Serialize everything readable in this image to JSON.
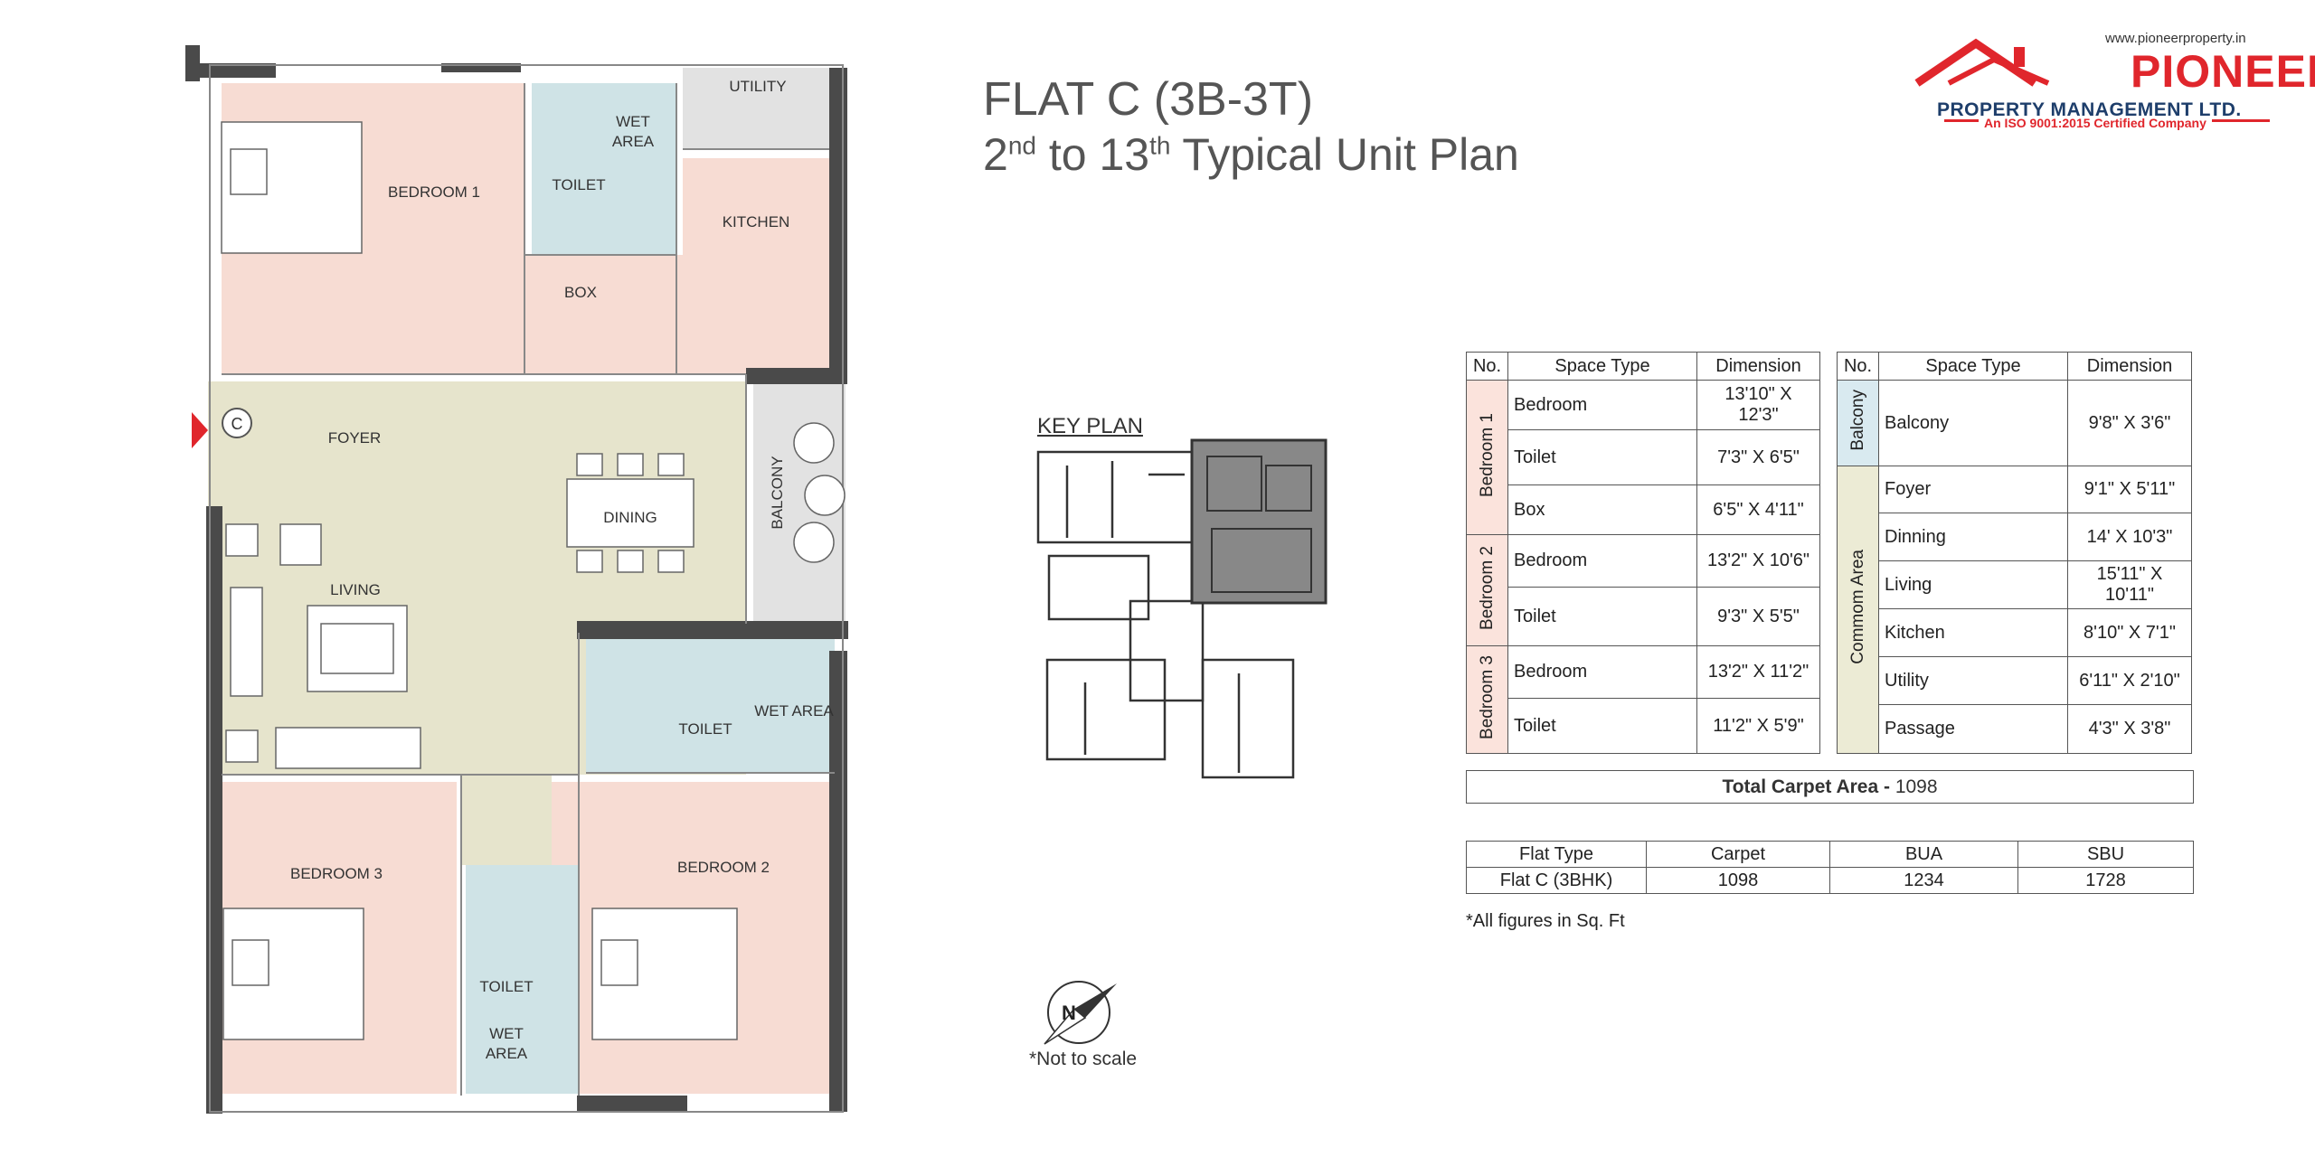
{
  "title": {
    "line1": "FLAT C (3B-3T)",
    "line2_a": "2",
    "line2_a_sup": "nd",
    "line2_b": " to 13",
    "line2_b_sup": "th",
    "line2_c": " Typical Unit Plan"
  },
  "logo": {
    "url": "www.pioneerproperty.in",
    "name": "PIONEER",
    "registered": "®",
    "subtitle": "PROPERTY MANAGEMENT LTD.",
    "certification": "An ISO 9001:2015 Certified Company",
    "brand_color": "#e0262c",
    "secondary_color": "#1e3e6b"
  },
  "plan": {
    "entry_marker": "C",
    "rooms": {
      "bedroom1": "BEDROOM 1",
      "toilet1": "TOILET",
      "wet_area1": "WET",
      "wet_area1b": "AREA",
      "utility": "UTILITY",
      "kitchen": "KITCHEN",
      "box": "BOX",
      "foyer": "FOYER",
      "dining": "DINING",
      "balcony": "BALCONY",
      "living": "LIVING",
      "toilet2": "TOILET",
      "wet_area2": "WET AREA",
      "bedroom3": "BEDROOM 3",
      "bedroom2": "BEDROOM 2",
      "toilet3": "TOILET",
      "wet_area3": "WET",
      "wet_area3b": "AREA"
    },
    "colors": {
      "bedroom": "#f7dcd3",
      "wet": "#cfe3e6",
      "common": "#e6e4cc",
      "balcony": "#e2e2e2",
      "wall": "#4a4a4a"
    }
  },
  "key_plan": {
    "title": "KEY PLAN",
    "north_label": "N",
    "scale_note": "*Not to scale"
  },
  "table_left": {
    "headers": [
      "No.",
      "Space Type",
      "Dimension"
    ],
    "groups": [
      {
        "label": "Bedroom 1",
        "rows": [
          [
            "Bedroom",
            "13'10\" X 12'3\""
          ],
          [
            "Toilet",
            "7'3\" X 6'5\""
          ],
          [
            "Box",
            "6'5\" X 4'11\""
          ]
        ]
      },
      {
        "label": "Bedroom 2",
        "rows": [
          [
            "Bedroom",
            "13'2\" X 10'6\""
          ],
          [
            "Toilet",
            "9'3\" X 5'5\""
          ]
        ]
      },
      {
        "label": "Bedroom 3",
        "rows": [
          [
            "Bedroom",
            "13'2\" X 11'2\""
          ],
          [
            "Toilet",
            "11'2\" X 5'9\""
          ]
        ]
      }
    ]
  },
  "table_right": {
    "headers": [
      "No.",
      "Space Type",
      "Dimension"
    ],
    "groups": [
      {
        "label": "Balcony",
        "rows": [
          [
            "Balcony",
            "9'8\" X 3'6\""
          ]
        ]
      },
      {
        "label": "Commom Area",
        "rows": [
          [
            "Foyer",
            "9'1\" X 5'11\""
          ],
          [
            "Dinning",
            "14' X 10'3\""
          ],
          [
            "Living",
            "15'11\" X 10'11\""
          ],
          [
            "Kitchen",
            "8'10\" X 7'1\""
          ],
          [
            "Utility",
            "6'11\" X 2'10\""
          ],
          [
            "Passage",
            "4'3\" X 3'8\""
          ]
        ]
      }
    ]
  },
  "total": {
    "label": "Total Carpet Area - ",
    "value": "1098"
  },
  "summary": {
    "headers": [
      "Flat Type",
      "Carpet",
      "BUA",
      "SBU"
    ],
    "row": [
      "Flat C (3BHK)",
      "1098",
      "1234",
      "1728"
    ]
  },
  "footnote": "*All figures in Sq. Ft"
}
